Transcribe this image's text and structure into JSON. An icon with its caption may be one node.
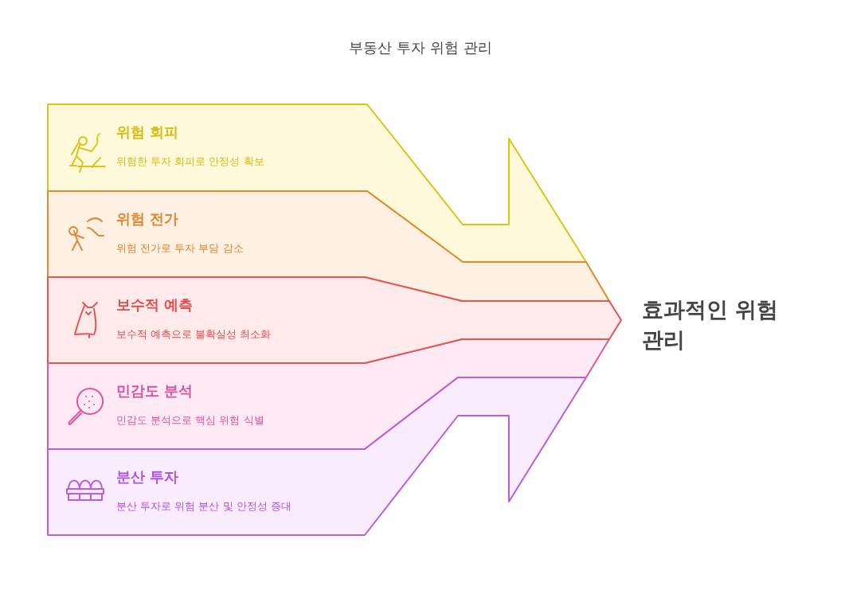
{
  "diagram": {
    "title": "부동산 투자 위험 관리",
    "nodes": [
      {
        "text": [
          "위험 회피",
          "위험한 투자 회피로 안정성 확보"
        ]
      },
      {
        "text": [
          "위험 전가",
          "위험 전가로 투자 부담 감소"
        ]
      },
      {
        "text": [
          "보수적 예측",
          "보수적 예측으로 불확실성 최소화"
        ]
      },
      {
        "text": [
          "민감도 분석",
          "민감도 분석으로 핵심 위험 식별"
        ]
      },
      {
        "text": [
          "분산 투자",
          "분산 투자로 위험 분산 및 안정성 증대"
        ]
      }
    ],
    "labels": [
      "효과적인 위험 관리"
    ]
  }
}
